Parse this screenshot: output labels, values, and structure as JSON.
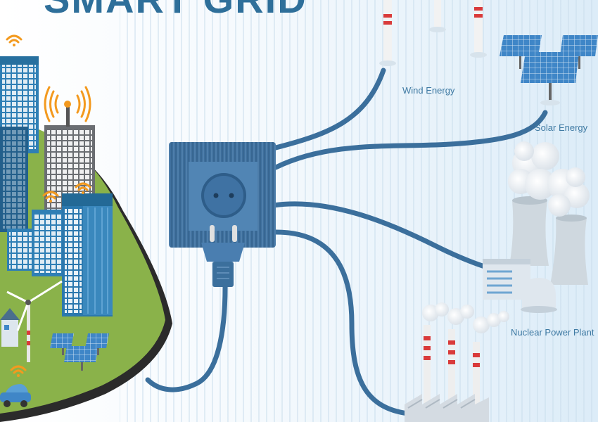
{
  "title": "SMART GRID",
  "labels": {
    "wind": "Wind Energy",
    "solar": "Solar Energy",
    "nuclear": "Nuclear Power Plant"
  },
  "colors": {
    "cable": "#3b6f9c",
    "building": "#2f7fb5",
    "ground": "#8ab24a",
    "accent_red": "#d93a3a",
    "wifi": "#f39a1f",
    "background": "#e9f3fb"
  }
}
